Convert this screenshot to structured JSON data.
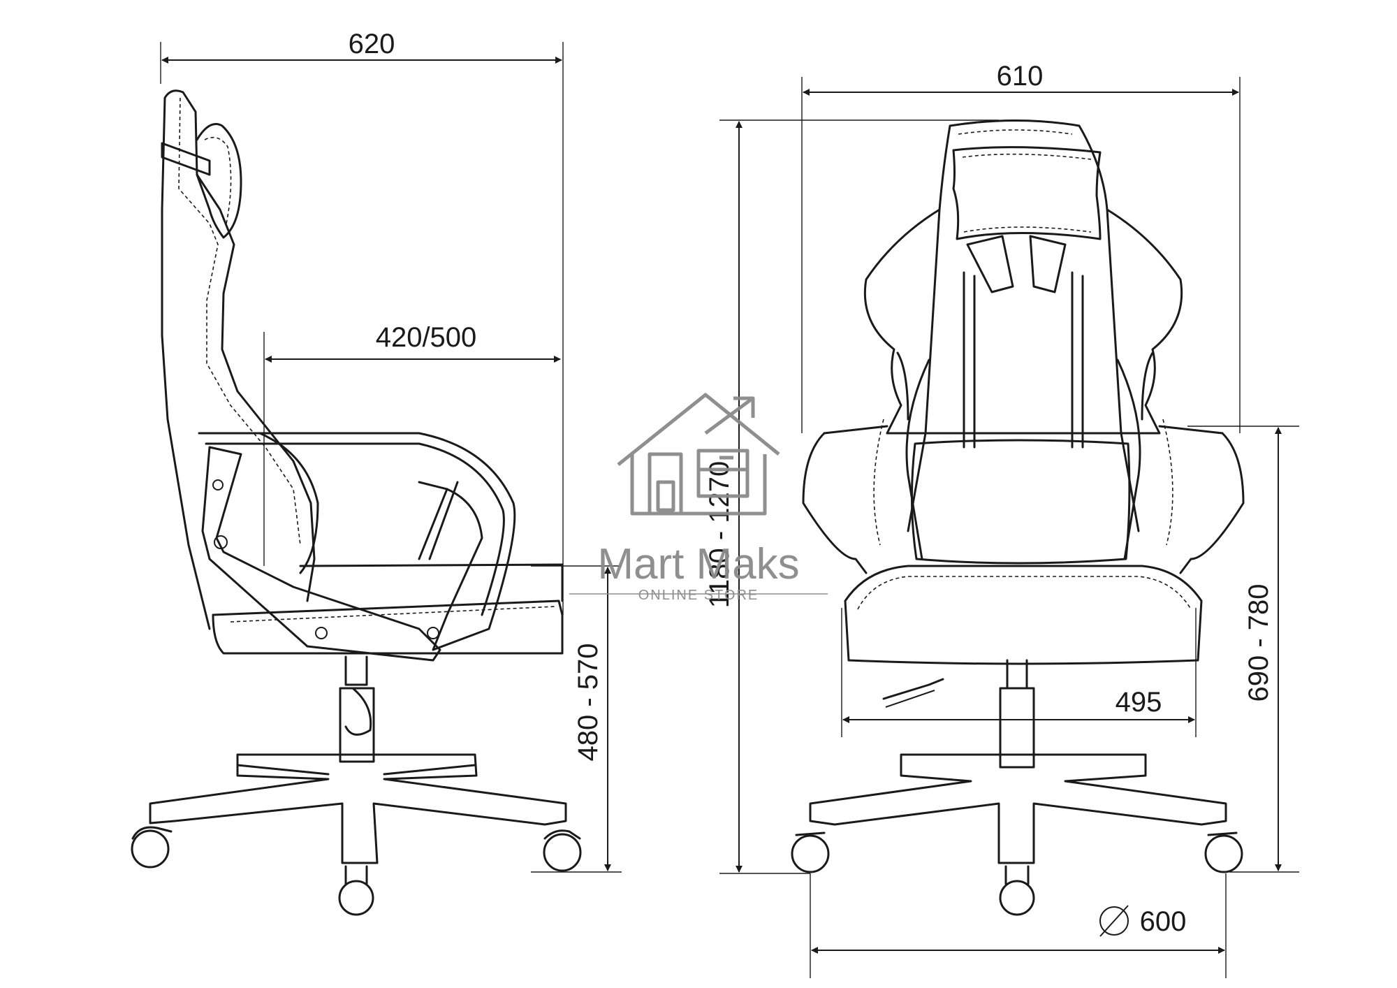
{
  "dimensions": {
    "side_width": "620",
    "seat_depth": "420/500",
    "seat_height": "480 - 570",
    "total_height": "1180 - 1270",
    "front_width": "610",
    "armrest_height": "690 - 780",
    "seat_width": "495",
    "base_diameter": "600"
  },
  "watermark": {
    "brand": "Mart Maks",
    "tagline": "ONLINE STORE"
  },
  "colors": {
    "line": "#1a1a1a",
    "watermark": "#8a8a8a",
    "background": "#ffffff"
  }
}
